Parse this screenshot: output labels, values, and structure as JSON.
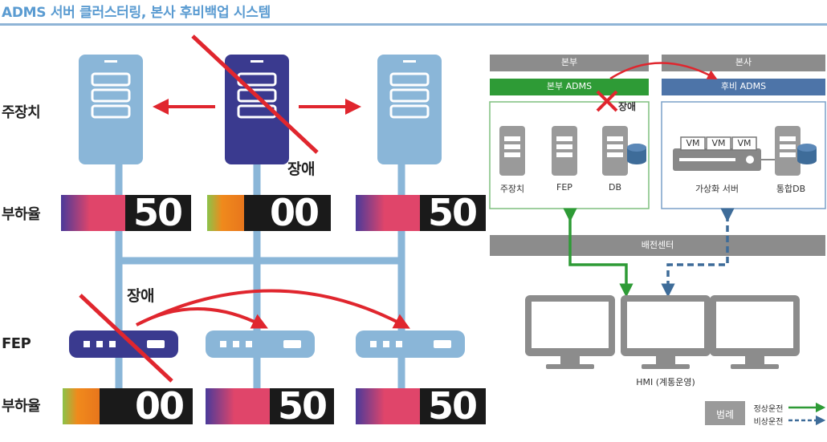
{
  "title": "ADMS 서버 클러스터링, 본사 후비백업 시스템",
  "left": {
    "row_labels": {
      "server": "주장치",
      "load1": "부하율",
      "fep": "FEP",
      "load2": "부하율"
    },
    "failure_label_server": "장애",
    "failure_label_fep": "장애",
    "server_loads": [
      "50",
      "00",
      "50"
    ],
    "fep_loads": [
      "00",
      "50",
      "50"
    ]
  },
  "right": {
    "header_left": "본부",
    "header_right": "본사",
    "bar_left": "본부 ADMS",
    "bar_right": "후비 ADMS",
    "failure_label": "장애",
    "left_items": [
      "주장치",
      "FEP",
      "DB"
    ],
    "vm_labels": [
      "VM",
      "VM",
      "VM"
    ],
    "right_items": [
      "가상화 서버",
      "통합DB"
    ],
    "center_bar": "배전센터",
    "hmi_label": "HMI (계통운영)",
    "legend": {
      "title": "범례",
      "normal": "정상운전",
      "emergency": "비상운전"
    },
    "colors": {
      "green": "#2e9b36",
      "blue": "#3e6c99",
      "gray": "#8c8c8c"
    }
  }
}
